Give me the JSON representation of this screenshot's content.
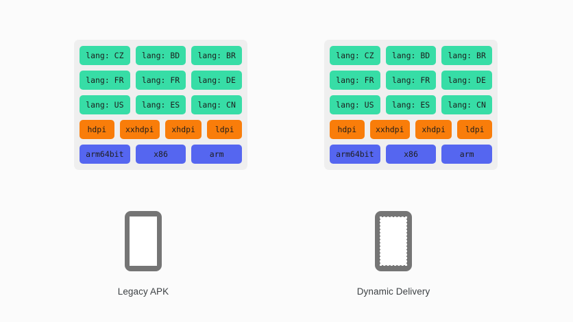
{
  "page": {
    "background_color": "#fbfbfb",
    "panel_background_color": "#efefef"
  },
  "colors": {
    "green": "#37dda6",
    "orange": "#f97d0a",
    "blue": "#5566f0",
    "phone_body": "#757575",
    "phone_screen": "#ffffff",
    "label_text": "#3c4043"
  },
  "columns": [
    {
      "id": "legacy-apk",
      "label": "Legacy APK",
      "phone_screen_style": "solid",
      "panel": {
        "rows": [
          {
            "type": "language",
            "color": "green",
            "tags": [
              "lang: CZ",
              "lang: BD",
              "lang: BR"
            ]
          },
          {
            "type": "language",
            "color": "green",
            "tags": [
              "lang: FR",
              "lang: FR",
              "lang: DE"
            ]
          },
          {
            "type": "language",
            "color": "green",
            "tags": [
              "lang: US",
              "lang: ES",
              "lang: CN"
            ]
          },
          {
            "type": "density",
            "color": "orange",
            "tags": [
              "hdpi",
              "xxhdpi",
              "xhdpi",
              "ldpi"
            ]
          },
          {
            "type": "abi",
            "color": "blue",
            "tags": [
              "arm64bit",
              "x86",
              "arm"
            ]
          }
        ]
      }
    },
    {
      "id": "dynamic-delivery",
      "label": "Dynamic Delivery",
      "phone_screen_style": "dashed",
      "panel": {
        "rows": [
          {
            "type": "language",
            "color": "green",
            "tags": [
              "lang: CZ",
              "lang: BD",
              "lang: BR"
            ]
          },
          {
            "type": "language",
            "color": "green",
            "tags": [
              "lang: FR",
              "lang: FR",
              "lang: DE"
            ]
          },
          {
            "type": "language",
            "color": "green",
            "tags": [
              "lang: US",
              "lang: ES",
              "lang: CN"
            ]
          },
          {
            "type": "density",
            "color": "orange",
            "tags": [
              "hdpi",
              "xxhdpi",
              "xhdpi",
              "ldpi"
            ]
          },
          {
            "type": "abi",
            "color": "blue",
            "tags": [
              "arm64bit",
              "x86",
              "arm"
            ]
          }
        ]
      }
    }
  ]
}
